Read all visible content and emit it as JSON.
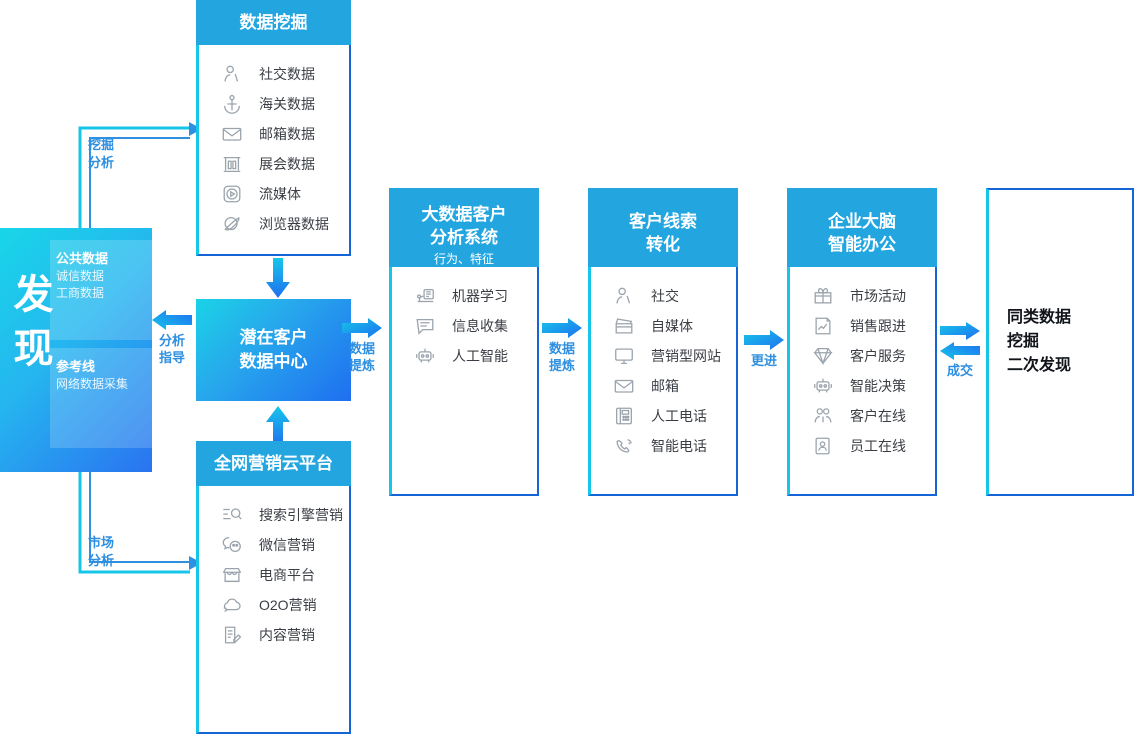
{
  "discover": {
    "word": "发现",
    "cards": [
      {
        "title": "公共数据",
        "lines": [
          "诚信数据",
          "工商数据"
        ]
      },
      {
        "title": "参考线",
        "lines": [
          "网络数据采集"
        ]
      }
    ]
  },
  "cards": {
    "mining": {
      "title": "数据挖掘",
      "subtitle": "",
      "items": [
        {
          "icon": "user-icon",
          "label": "社交数据"
        },
        {
          "icon": "anchor-icon",
          "label": "海关数据"
        },
        {
          "icon": "envelope-icon",
          "label": "邮箱数据"
        },
        {
          "icon": "exhibition-icon",
          "label": "展会数据"
        },
        {
          "icon": "play-media-icon",
          "label": "流媒体"
        },
        {
          "icon": "browser-icon",
          "label": "浏览器数据"
        }
      ]
    },
    "cloud": {
      "title": "全网营销云平台",
      "subtitle": "",
      "items": [
        {
          "icon": "search-list-icon",
          "label": "搜索引擎营销"
        },
        {
          "icon": "wechat-icon",
          "label": "微信营销"
        },
        {
          "icon": "shop-icon",
          "label": "电商平台"
        },
        {
          "icon": "cloud-o2o-icon",
          "label": "O2O营销"
        },
        {
          "icon": "document-edit-icon",
          "label": "内容营销"
        }
      ]
    },
    "datacenter": {
      "lines": [
        "潜在客户",
        "数据中心"
      ]
    },
    "bigdata": {
      "title_lines": [
        "大数据客户",
        "分析系统"
      ],
      "subtitle": "行为、特征",
      "items": [
        {
          "icon": "machine-learning-icon",
          "label": "机器学习"
        },
        {
          "icon": "chat-collect-icon",
          "label": "信息收集"
        },
        {
          "icon": "robot-icon",
          "label": "人工智能"
        }
      ]
    },
    "lead": {
      "title_lines": [
        "客户线索",
        "转化"
      ],
      "subtitle": "",
      "items": [
        {
          "icon": "user-icon",
          "label": "社交"
        },
        {
          "icon": "clapperboard-icon",
          "label": "自媒体"
        },
        {
          "icon": "monitor-icon",
          "label": "营销型网站"
        },
        {
          "icon": "envelope-icon",
          "label": "邮箱"
        },
        {
          "icon": "desk-phone-icon",
          "label": "人工电话"
        },
        {
          "icon": "smart-phone-call-icon",
          "label": "智能电话"
        }
      ]
    },
    "brain": {
      "title_lines": [
        "企业大脑",
        "智能办公"
      ],
      "subtitle": "",
      "items": [
        {
          "icon": "gift-icon",
          "label": "市场活动"
        },
        {
          "icon": "report-chart-icon",
          "label": "销售跟进"
        },
        {
          "icon": "diamond-icon",
          "label": "客户服务"
        },
        {
          "icon": "robot-icon",
          "label": "智能决策"
        },
        {
          "icon": "users-group-icon",
          "label": "客户在线"
        },
        {
          "icon": "id-card-icon",
          "label": "员工在线"
        }
      ]
    },
    "outcome": {
      "lines": [
        "同类数据",
        "挖掘",
        "二次发现"
      ]
    }
  },
  "connectors": {
    "c1": {
      "label_lines": [
        "数据",
        "提炼"
      ],
      "direction": "right"
    },
    "c2": {
      "label_lines": [
        "数据",
        "提炼"
      ],
      "direction": "right"
    },
    "c3": {
      "label_lines": [
        "更进"
      ],
      "direction": "right"
    },
    "c4": {
      "label_lines": [
        "成交"
      ],
      "direction": "both"
    },
    "left": {
      "label_lines": [
        "分析",
        "指导"
      ],
      "direction": "left"
    }
  },
  "loops": {
    "top": {
      "label_lines": [
        "挖掘",
        "分析"
      ]
    },
    "bottom": {
      "label_lines": [
        "市场",
        "分析"
      ]
    }
  },
  "colors": {
    "header_blue": "#23a6e0",
    "border_blue": "#1565d8",
    "accent_cyan": "#16c6e9",
    "label_blue": "#2f8fe0",
    "icon_gray": "#9aa3ac",
    "text_dark": "#3b3f45"
  }
}
